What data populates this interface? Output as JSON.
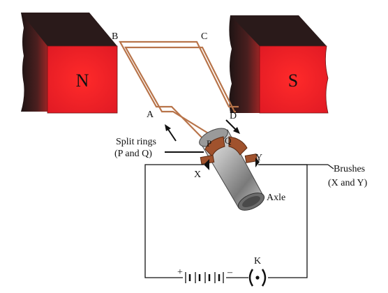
{
  "magnets": {
    "north_label": "N",
    "south_label": "S",
    "face_color": "#e8202a",
    "side_color": "#3a1a1a"
  },
  "coil": {
    "corner_labels": {
      "a": "A",
      "b": "B",
      "c": "C",
      "d": "D"
    },
    "wire_color": "#b8744a"
  },
  "commutator": {
    "ring_labels": {
      "p": "P",
      "q": "Q"
    },
    "brush_labels": {
      "x": "X",
      "y": "Y"
    },
    "ring_color": "#a0522d"
  },
  "labels": {
    "split_rings_line1": "Split rings",
    "split_rings_line2": "(P and Q)",
    "brushes_line1": "Brushes",
    "brushes_line2": "(X and Y)",
    "axle": "Axle"
  },
  "battery": {
    "plus": "+",
    "minus": "–"
  },
  "key": {
    "label": "K"
  }
}
